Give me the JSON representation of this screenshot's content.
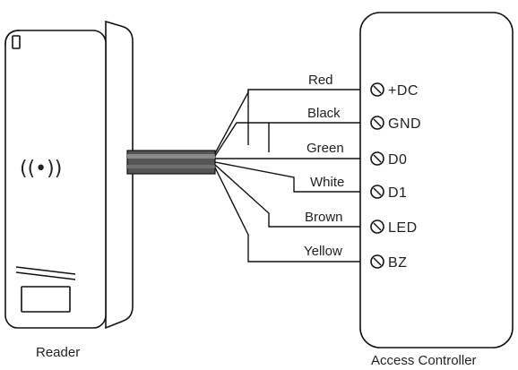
{
  "reader": {
    "caption": "Reader",
    "rfid_symbol": "((•))"
  },
  "controller": {
    "caption": "Access Controller"
  },
  "wires": [
    {
      "color_name": "Red",
      "terminal": "+DC"
    },
    {
      "color_name": "Black",
      "terminal": "GND"
    },
    {
      "color_name": "Green",
      "terminal": "D0"
    },
    {
      "color_name": "White",
      "terminal": "D1"
    },
    {
      "color_name": "Brown",
      "terminal": "LED"
    },
    {
      "color_name": "Yellow",
      "terminal": "BZ"
    }
  ],
  "icons": {
    "terminal_screw": "screw-terminal-icon",
    "rfid": "rfid-wave-icon"
  }
}
